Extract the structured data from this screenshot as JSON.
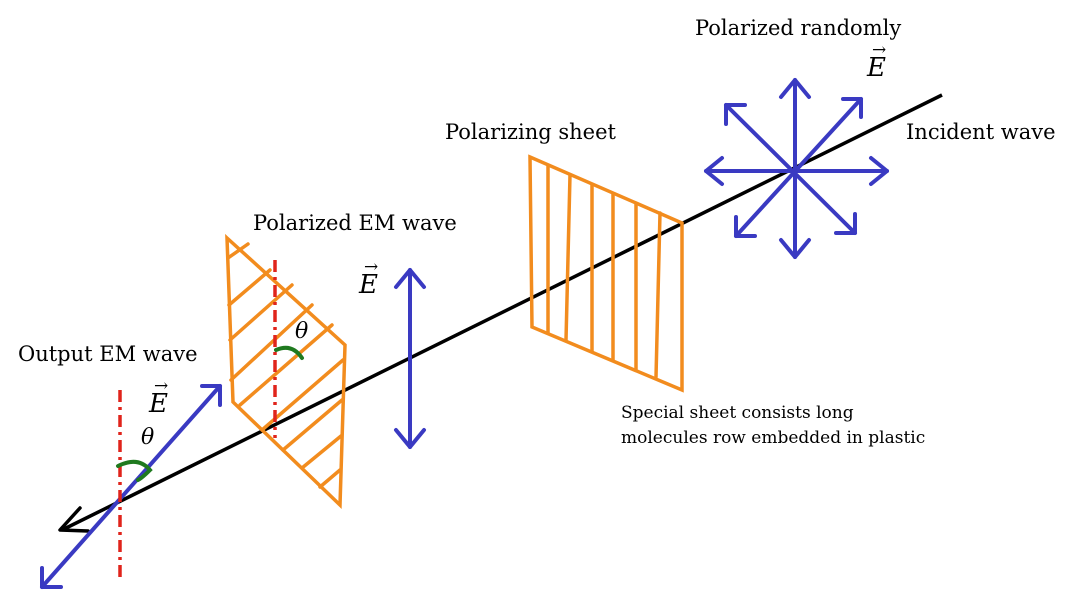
{
  "labels": {
    "polarized_randomly": "Polarized randomly",
    "incident_wave": "Incident wave",
    "polarizing_sheet": "Polarizing sheet",
    "polarized_em_wave": "Polarized EM wave",
    "output_em_wave": "Output EM wave",
    "sheet_note_line1": "Special sheet consists long",
    "sheet_note_line2": "molecules row embedded in plastic",
    "e_symbol": "E",
    "vector_arrow": "→",
    "theta": "θ"
  },
  "colors": {
    "beam": "#000000",
    "field_vector": "#3a3ac2",
    "sheet": "#f28c1e",
    "axis_dashed": "#e0241b",
    "angle_arc": "#1f7a1f"
  }
}
